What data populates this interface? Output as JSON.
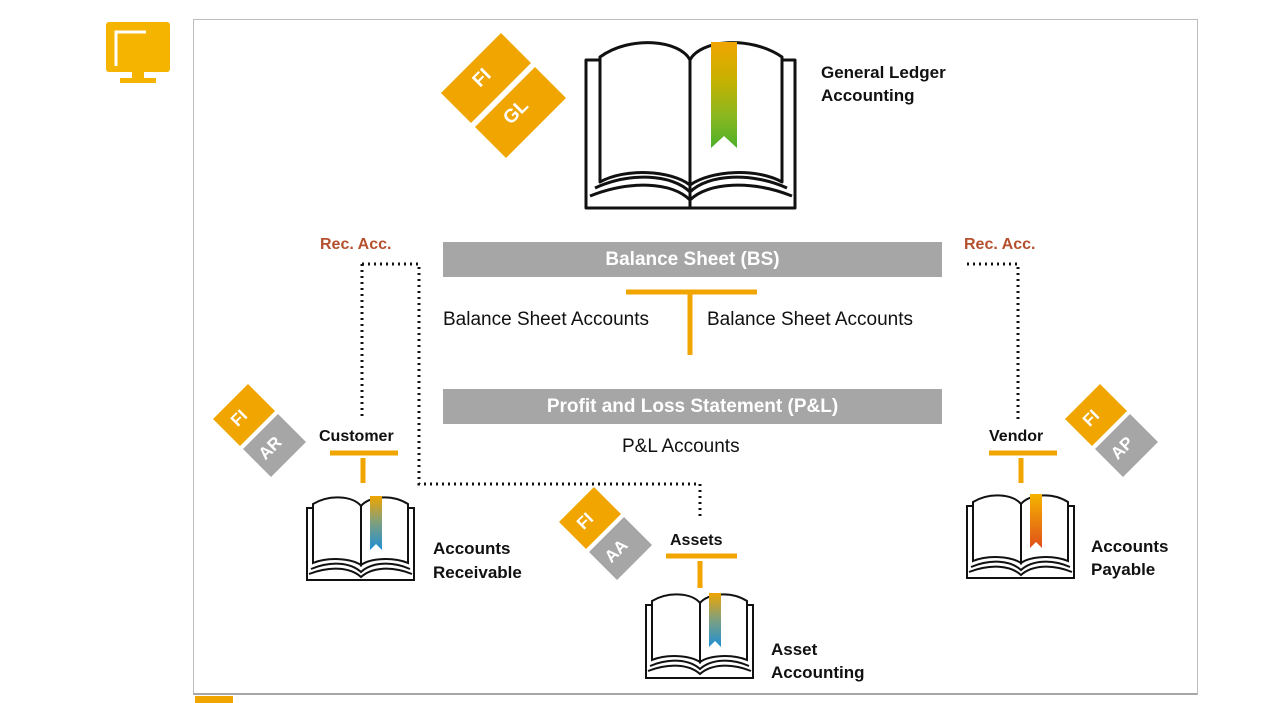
{
  "header": {
    "icon": "monitor-icon",
    "accent_color": "#f0a500"
  },
  "ledger": {
    "label_line1": "General Ledger",
    "label_line2": "Accounting"
  },
  "rec_acc": {
    "left": "Rec. Acc.",
    "right": "Rec. Acc."
  },
  "balance_sheet": {
    "title": "Balance Sheet (BS)",
    "left_accounts": "Balance Sheet Accounts",
    "right_accounts": "Balance Sheet Accounts"
  },
  "pnl": {
    "title": "Profit and Loss Statement (P&L)",
    "accounts": "P&L Accounts"
  },
  "badges": {
    "gl": {
      "top": "FI",
      "bottom": "GL"
    },
    "ar": {
      "top": "FI",
      "bottom": "AR"
    },
    "aa": {
      "top": "FI",
      "bottom": "AA"
    },
    "ap": {
      "top": "FI",
      "bottom": "AP"
    }
  },
  "nodes": {
    "customer": "Customer",
    "vendor": "Vendor",
    "assets": "Assets"
  },
  "subledgers": {
    "ar_line1": "Accounts",
    "ar_line2": "Receivable",
    "ap_line1": "Accounts",
    "ap_line2": "Payable",
    "aa_line1": "Asset",
    "aa_line2": "Accounting"
  },
  "colors": {
    "orange": "#f0a500",
    "grey": "#a6a6a6",
    "rec_red": "#b5502e",
    "green": "#4caf2a",
    "blue": "#1e8fd6",
    "dark_orange": "#e0601a"
  }
}
